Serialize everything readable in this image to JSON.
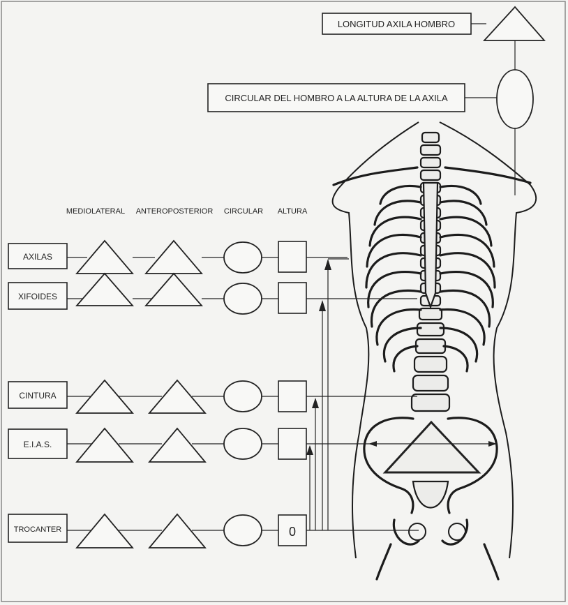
{
  "top_labels": {
    "longitud": "LONGITUD AXILA HOMBRO",
    "circular_hombro": "CIRCULAR DEL HOMBRO A LA ALTURA DE LA AXILA"
  },
  "column_headers": [
    "MEDIOLATERAL",
    "ANTEROPOSTERIOR",
    "CIRCULAR",
    "ALTURA"
  ],
  "rows": [
    {
      "label": "AXILAS",
      "altura": ""
    },
    {
      "label": "XIFOIDES",
      "altura": ""
    },
    {
      "label": "CINTURA",
      "altura": ""
    },
    {
      "label": "E.I.A.S.",
      "altura": ""
    },
    {
      "label": "TROCANTER",
      "altura": "0"
    }
  ],
  "colors": {
    "ink": "#222222",
    "paper": "#f4f4f2"
  }
}
